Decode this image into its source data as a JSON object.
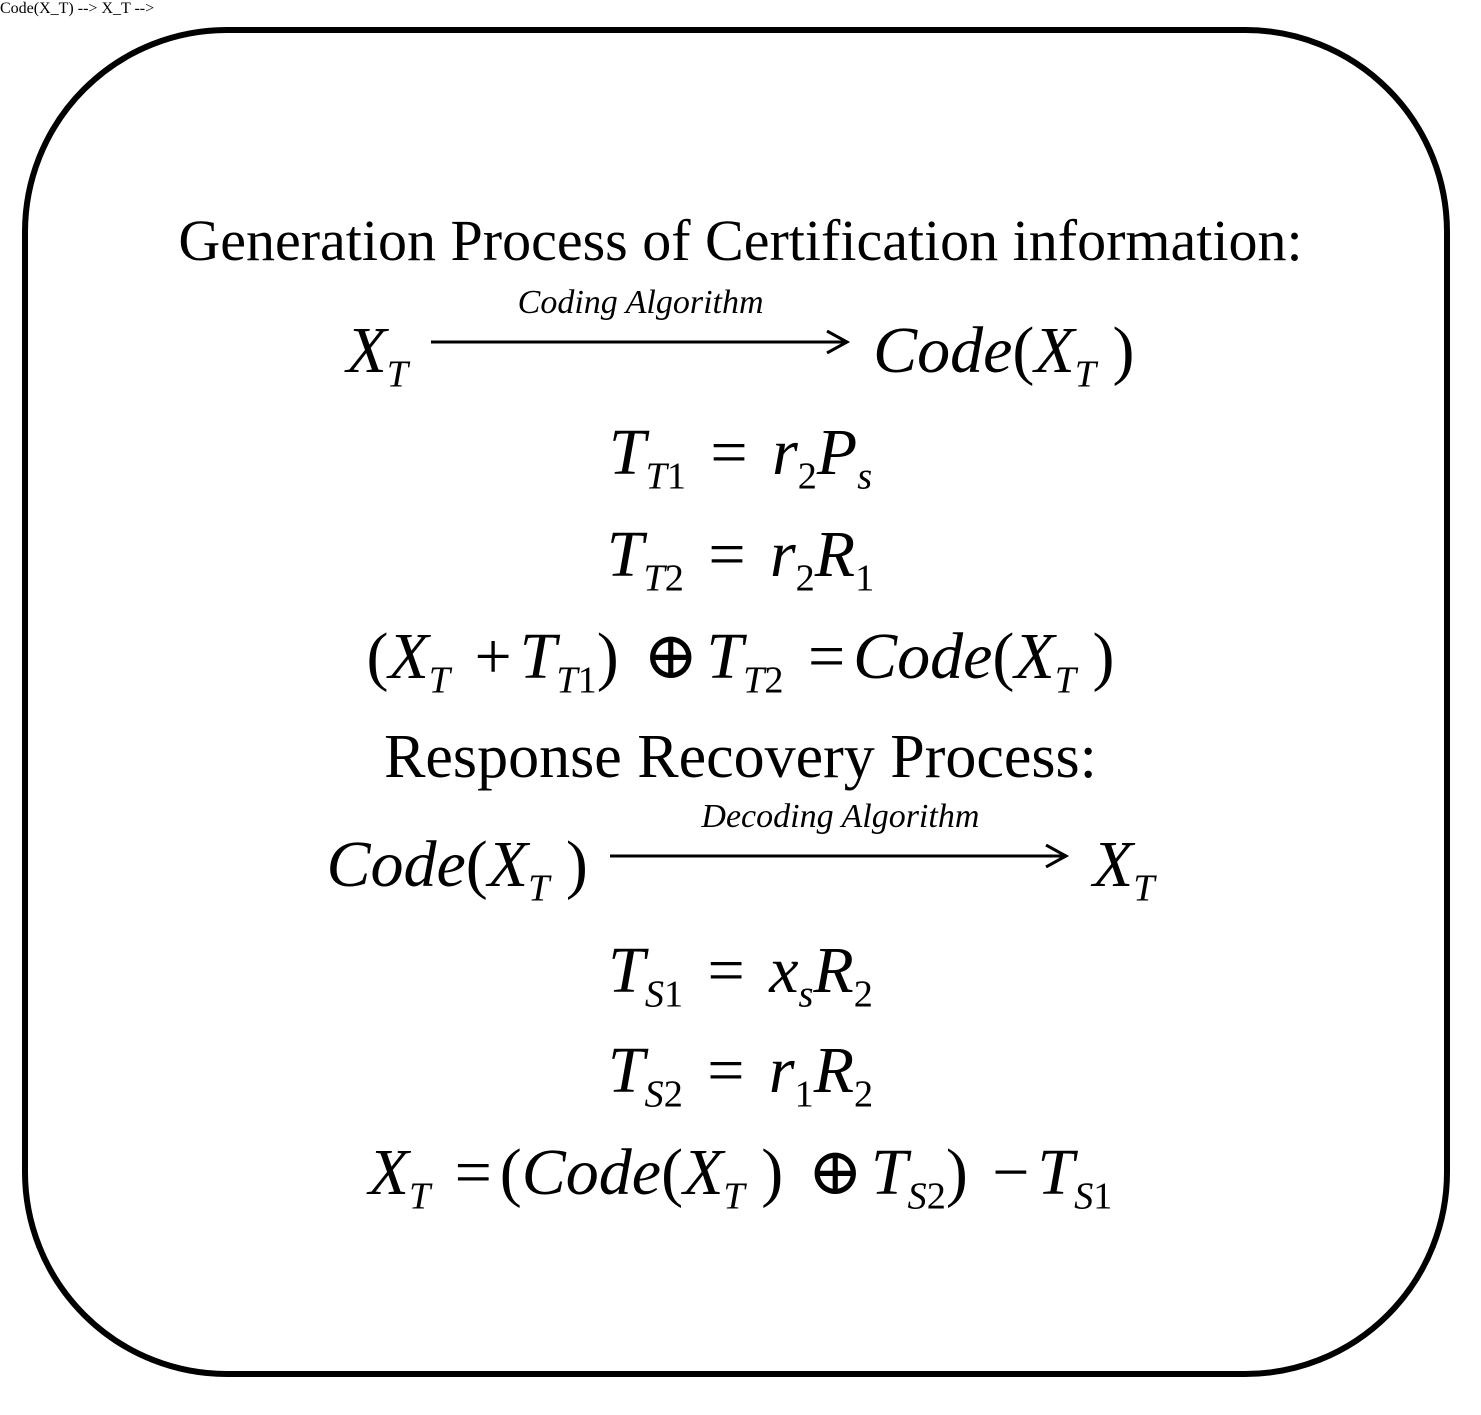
{
  "generation": {
    "heading": "Generation Process of  Certification information:",
    "arrow_label": "Coding Algorithm"
  },
  "recovery": {
    "heading": "Response Recovery Process:",
    "arrow_label": "Decoding Algorithm"
  },
  "symbols": {
    "X": "X",
    "T": "T",
    "Code": "Code",
    "r": "r",
    "P": "P",
    "R": "R",
    "x": "x",
    "s": "s",
    "S": "S",
    "one": "1",
    "two": "2",
    "equals": "=",
    "plus": "+",
    "minus": "−",
    "xor": "⊕",
    "lparen": "(",
    "rparen": ")"
  },
  "colors": {
    "ink": "#000000",
    "background": "#ffffff"
  }
}
